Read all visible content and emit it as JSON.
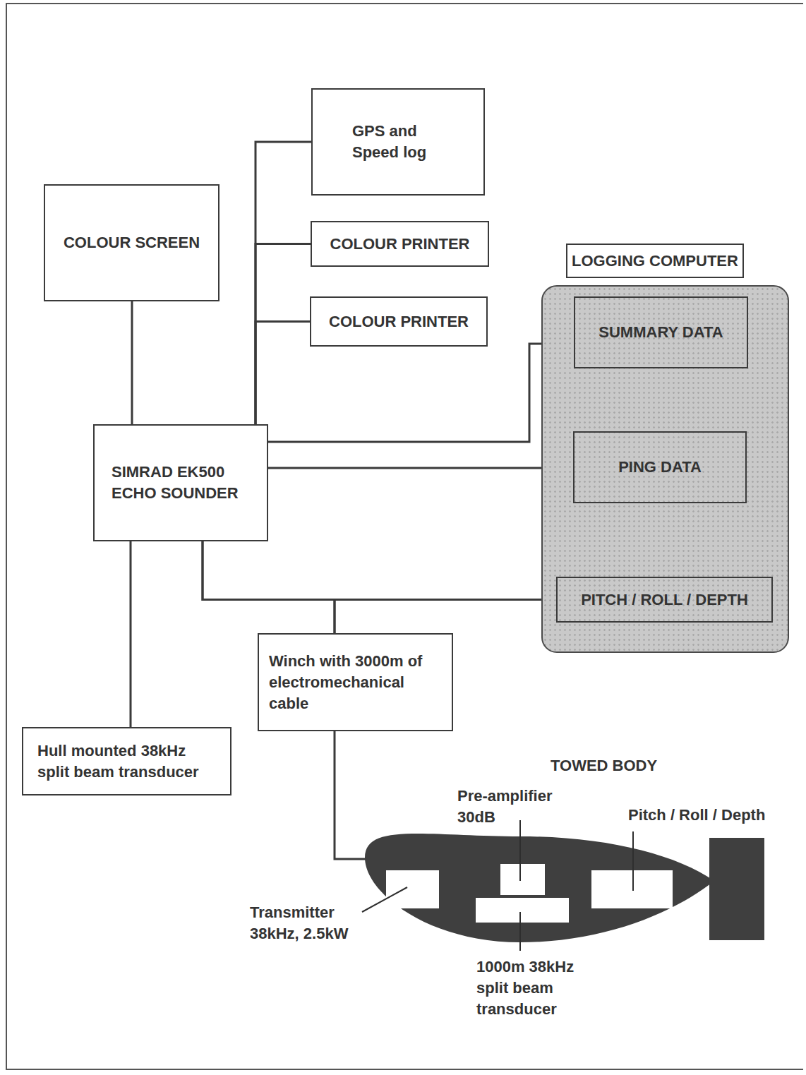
{
  "diagram": {
    "nodes": [
      {
        "text": [
          "GPS and Speed log"
        ]
      },
      {
        "text": [
          "COLOUR SCREEN"
        ]
      },
      {
        "text": [
          "COLOUR PRINTER"
        ]
      },
      {
        "text": [
          "COLOUR PRINTER"
        ]
      },
      {
        "text": [
          "LOGGING COMPUTER"
        ]
      },
      {
        "text": [
          "SUMMARY DATA"
        ],
        "in": 4
      },
      {
        "text": [
          "SIMRAD EK500 ECHO SOUNDER"
        ]
      },
      {
        "text": [
          "PING DATA"
        ],
        "in": 4
      },
      {
        "text": [
          "PITCH / ROLL / DEPTH"
        ],
        "in": 4
      },
      {
        "text": [
          "Winch with 3000m of electromechanical cable"
        ]
      },
      {
        "text": [
          "Hull mounted 38kHz split beam transducer"
        ]
      },
      {
        "text": [
          "TOWED BODY"
        ]
      }
    ],
    "edges": [
      {
        "from": 6,
        "to": 0,
        "arrow": "none"
      },
      {
        "from": 6,
        "to": 2,
        "arrow": "none"
      },
      {
        "from": 6,
        "to": 3,
        "arrow": "none"
      },
      {
        "from": 1,
        "to": 6,
        "arrow": "none"
      },
      {
        "from": 6,
        "to": 5,
        "arrow": "none"
      },
      {
        "from": 6,
        "to": 7,
        "arrow": "none"
      },
      {
        "from": 6,
        "to": 9,
        "arrow": "none"
      },
      {
        "from": 6,
        "to": 8,
        "arrow": "none"
      },
      {
        "from": 9,
        "to": 8,
        "arrow": "none"
      },
      {
        "from": 6,
        "to": 10,
        "arrow": "none"
      },
      {
        "from": 9,
        "to": 11,
        "arrow": "none"
      }
    ],
    "labels": [
      "Pre-amplifier 30dB",
      "Pitch / Roll / Depth",
      "Transmitter 38kHz, 2.5kW",
      "1000m 38kHz split beam transducer"
    ]
  }
}
